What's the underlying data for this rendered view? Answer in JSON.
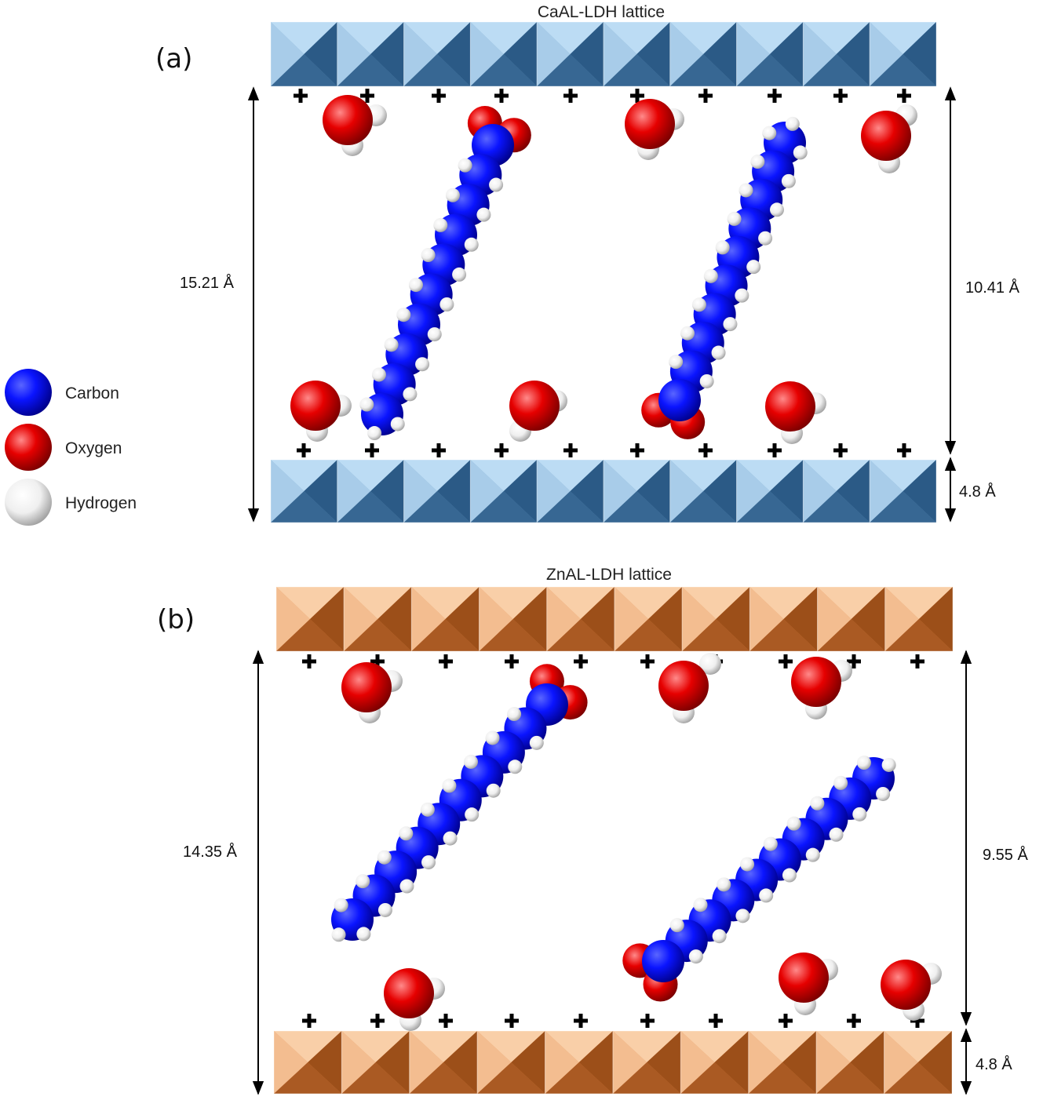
{
  "legend": {
    "items": [
      {
        "label": "Carbon",
        "color": "#0a14ff"
      },
      {
        "label": "Oxygen",
        "color": "#ee0000"
      },
      {
        "label": "Hydrogen",
        "color": "#f2f2f2"
      }
    ]
  },
  "panels": [
    {
      "id": "a",
      "label": "(a)",
      "lattice_title": "CaAL-LDH lattice",
      "lattice_color": "blue",
      "left_dimension": "15.21 Å",
      "right_dimension": "10.41 Å",
      "layer_thickness": "4.8 Å"
    },
    {
      "id": "b",
      "label": "(b)",
      "lattice_title": "ZnAL-LDH lattice",
      "lattice_color": "orange",
      "left_dimension": "14.35 Å",
      "right_dimension": "9.55 Å",
      "layer_thickness": "4.8 Å"
    }
  ],
  "colors": {
    "carbon": "#0a14ff",
    "oxygen": "#ee0000",
    "hydrogen": "#f2f2f2",
    "blue_lattice_light": "#b8d7f0",
    "blue_lattice_dark": "#2d5f8c",
    "orange_lattice_light": "#f6c49c",
    "orange_lattice_dark": "#9a4e1a"
  }
}
